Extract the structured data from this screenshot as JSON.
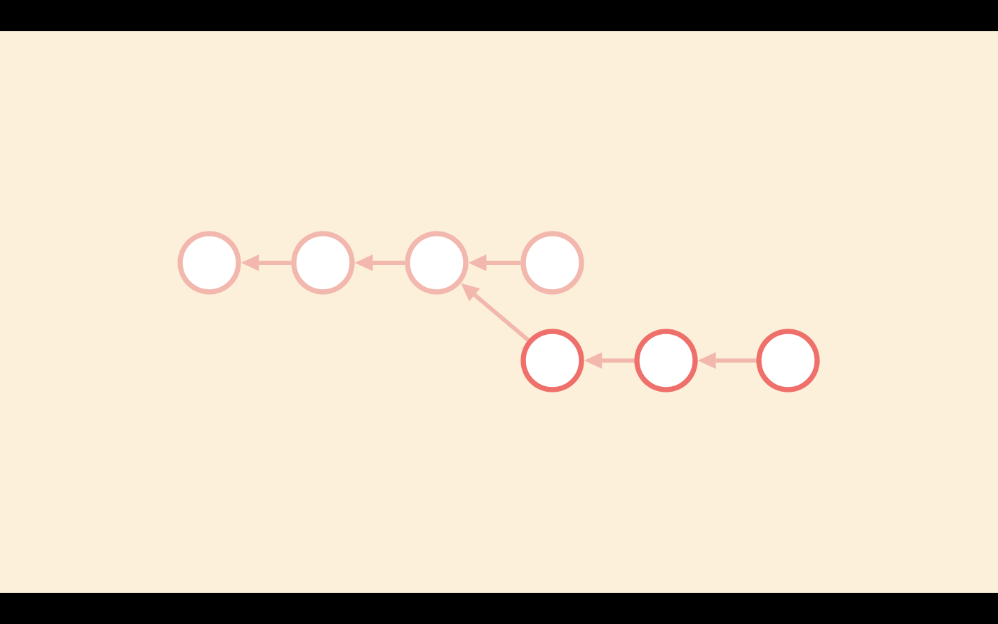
{
  "colors": {
    "letterbox": "#000000",
    "canvas_background": "#FCF0DA",
    "node_fill": "#FFFFFF",
    "faded_stroke": "#F2B8AE",
    "highlight_stroke": "#EF6F6A",
    "edge_color": "#F2B8AE"
  },
  "diagram": {
    "type": "commit-graph",
    "nodes": [
      {
        "id": "main-1",
        "branch": "main",
        "style": "faded"
      },
      {
        "id": "main-2",
        "branch": "main",
        "style": "faded"
      },
      {
        "id": "main-3",
        "branch": "main",
        "style": "faded"
      },
      {
        "id": "main-4",
        "branch": "main",
        "style": "faded"
      },
      {
        "id": "feature-1",
        "branch": "feature",
        "style": "highlight"
      },
      {
        "id": "feature-2",
        "branch": "feature",
        "style": "highlight"
      },
      {
        "id": "feature-3",
        "branch": "feature",
        "style": "highlight"
      }
    ],
    "edges": [
      {
        "from": "main-2",
        "to": "main-1"
      },
      {
        "from": "main-3",
        "to": "main-2"
      },
      {
        "from": "main-4",
        "to": "main-3"
      },
      {
        "from": "feature-1",
        "to": "main-3"
      },
      {
        "from": "feature-2",
        "to": "feature-1"
      },
      {
        "from": "feature-3",
        "to": "feature-2"
      }
    ]
  }
}
